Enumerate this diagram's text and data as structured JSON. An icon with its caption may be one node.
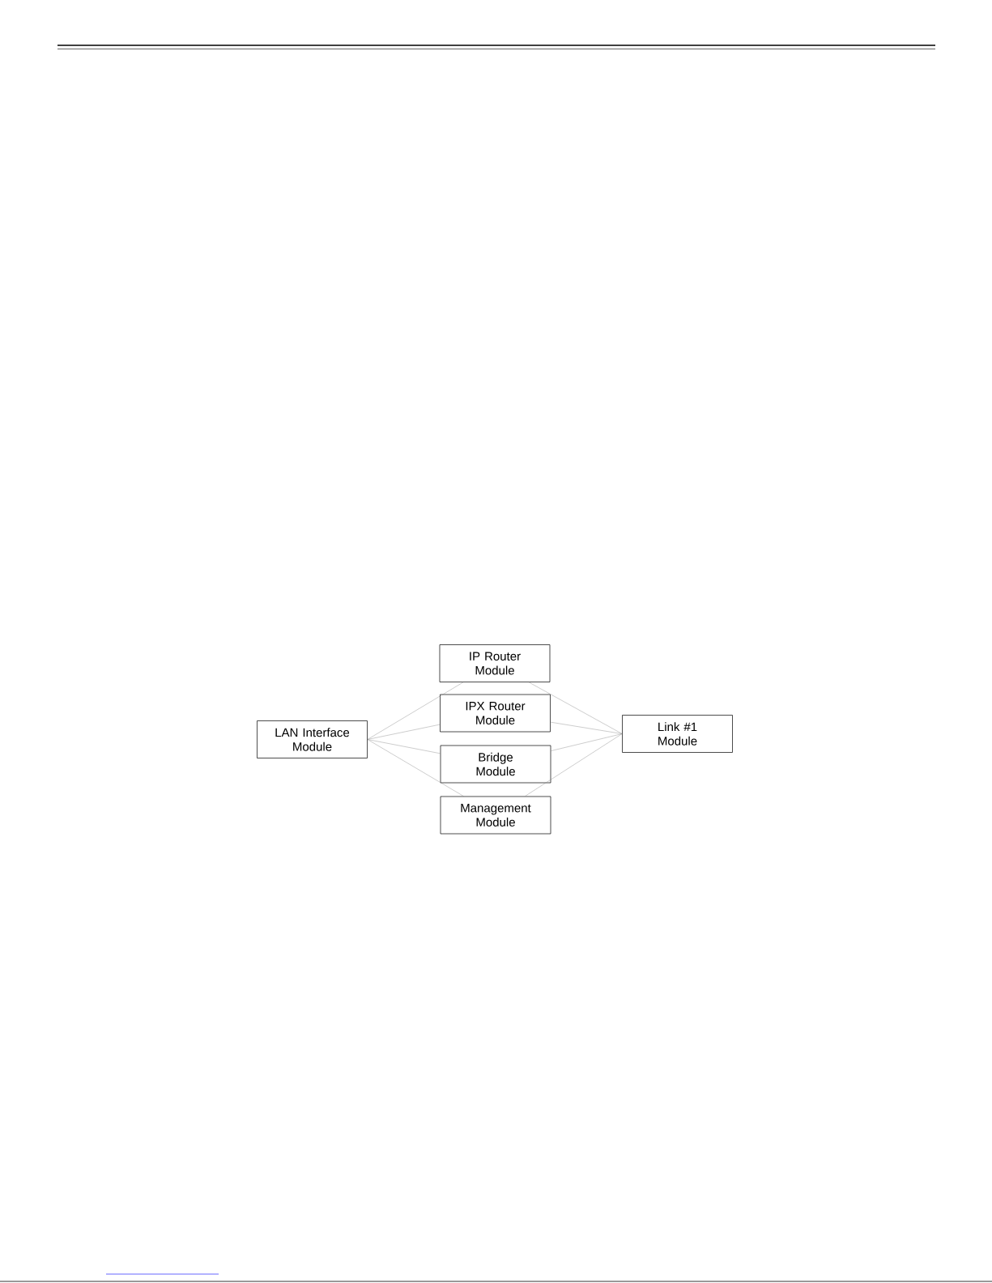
{
  "diagram": {
    "nodes": [
      {
        "text": [
          "LAN Interface Module"
        ]
      },
      {
        "text": [
          "IP Router Module"
        ]
      },
      {
        "text": [
          "IPX Router Module"
        ]
      },
      {
        "text": [
          "Bridge Module"
        ]
      },
      {
        "text": [
          "Management Module"
        ]
      },
      {
        "text": [
          "Link #1 Module"
        ]
      }
    ],
    "edges": [
      {
        "from": 0,
        "to": 1,
        "arrow": "none"
      },
      {
        "from": 0,
        "to": 2,
        "arrow": "none"
      },
      {
        "from": 0,
        "to": 3,
        "arrow": "none"
      },
      {
        "from": 0,
        "to": 4,
        "arrow": "none"
      },
      {
        "from": 1,
        "to": 5,
        "arrow": "none"
      },
      {
        "from": 2,
        "to": 5,
        "arrow": "none"
      },
      {
        "from": 3,
        "to": 5,
        "arrow": "none"
      },
      {
        "from": 4,
        "to": 5,
        "arrow": "none"
      }
    ]
  }
}
